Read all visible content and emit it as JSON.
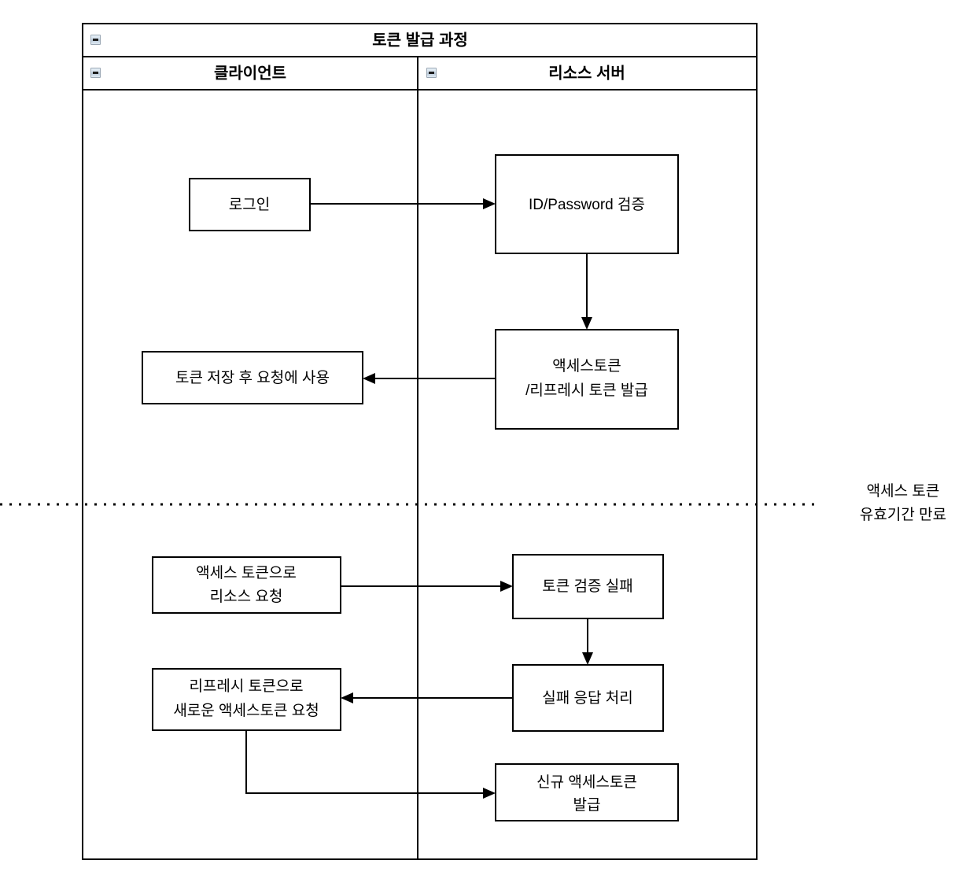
{
  "diagram": {
    "pool": {
      "title": "토큰 발급 과정",
      "collapse_icon": "minus-box-icon"
    },
    "lanes": [
      {
        "id": "client",
        "title": "클라이언트",
        "collapse_icon": "minus-box-icon"
      },
      {
        "id": "resource-server",
        "title": "리소스 서버",
        "collapse_icon": "minus-box-icon"
      }
    ],
    "nodes": [
      {
        "id": "login",
        "lane": "client",
        "label": "로그인",
        "lines": [
          "로그인"
        ]
      },
      {
        "id": "verify-credentials",
        "lane": "resource-server",
        "label": "ID/Password 검증",
        "lines": [
          "ID/Password 검증"
        ]
      },
      {
        "id": "store-token",
        "lane": "client",
        "label": "토큰 저장 후 요청에 사용",
        "lines": [
          "토큰 저장 후 요청에 사용"
        ]
      },
      {
        "id": "issue-tokens",
        "lane": "resource-server",
        "label": "액세스토큰 /리프레시 토큰 발급",
        "lines": [
          "액세스토큰",
          "/리프레시 토큰 발급"
        ]
      },
      {
        "id": "request-resource",
        "lane": "client",
        "label": "액세스 토큰으로 리소스 요청",
        "lines": [
          "액세스 토큰으로",
          "리소스 요청"
        ]
      },
      {
        "id": "token-validation-failed",
        "lane": "resource-server",
        "label": "토큰 검증 실패",
        "lines": [
          "토큰 검증 실패"
        ]
      },
      {
        "id": "request-new-token",
        "lane": "client",
        "label": "리프레시 토큰으로 새로운 액세스토큰 요청",
        "lines": [
          "리프레시 토큰으로",
          "새로운 액세스토큰 요청"
        ]
      },
      {
        "id": "handle-failure-response",
        "lane": "resource-server",
        "label": "실패 응답 처리",
        "lines": [
          "실패 응답 처리"
        ]
      },
      {
        "id": "issue-new-access-token",
        "lane": "resource-server",
        "label": "신규 액세스토큰 발급",
        "lines": [
          "신규 액세스토큰",
          "발급"
        ]
      }
    ],
    "annotations": [
      {
        "id": "token-expiry-note",
        "lines": [
          "액세스 토큰",
          "유효기간 만료"
        ]
      }
    ],
    "colors": {
      "stroke": "#000000",
      "fill": "#ffffff",
      "text": "#000000"
    }
  }
}
